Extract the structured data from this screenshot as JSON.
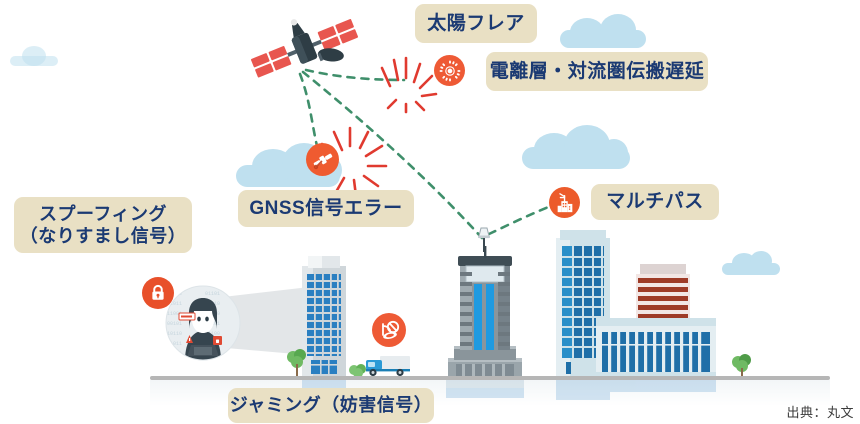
{
  "diagram": {
    "title_labels": {
      "solar_flare": "太陽フレア",
      "iono_tropo_delay": "電離層・対流圏伝搬遅延",
      "gnss_signal_error": "GNSS信号エラー",
      "multipath": "マルチパス",
      "spoofing": "スプーフィング\n（なりすまし信号）",
      "jamming": "ジャミング（妨害信号）"
    },
    "source": "出典：丸文",
    "icons": {
      "satellite": "satellite-icon",
      "sun_flare": "sun-flare-icon",
      "gnss_error": "satellite-blocked-icon",
      "multipath": "building-signal-icon",
      "lock": "lock-icon",
      "jamming": "signal-blocked-icon",
      "hacker": "hacker-icon",
      "truck": "delivery-truck-icon",
      "receiver": "gnss-receiver-icon"
    },
    "colors": {
      "chip_bg": "#e9e0c4",
      "chip_text": "#1b3a73",
      "accent_orange": "#ec5b2b",
      "satellite_panel": "#e8564f",
      "signal_dash": "#3f8f6b",
      "cloud": "#bfe0ef",
      "building_blue": "#2a7fc1",
      "building_gray": "#7f8b93",
      "building_red": "#9e3b27",
      "ground": "#b6b6b6"
    },
    "signal_paths": [
      {
        "name": "satellite-to-receiver",
        "style": "dashed",
        "color": "#3f8f6b"
      },
      {
        "name": "satellite-to-flare",
        "style": "dashed",
        "color": "#3f8f6b"
      },
      {
        "name": "satellite-to-gnss-error",
        "style": "dashed",
        "color": "#3f8f6b"
      },
      {
        "name": "receiver-to-multipath",
        "style": "dashed",
        "color": "#3f8f6b"
      }
    ]
  }
}
